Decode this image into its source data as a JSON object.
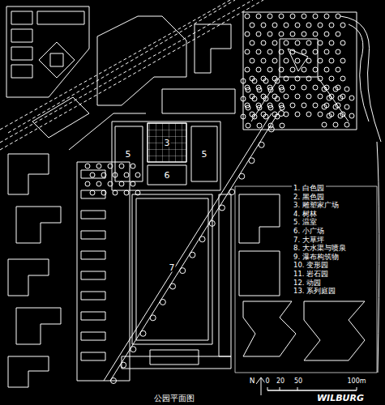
{
  "diagram": {
    "caption": "公园平面图",
    "labels": [
      "5",
      "3",
      "5",
      "6",
      "7",
      "N",
      "0",
      "20",
      "50",
      "100m",
      "WILBURG"
    ],
    "legend": [
      {
        "text": "1. 白色园"
      },
      {
        "text": "2. 黑色园"
      },
      {
        "text": "3. 雕塑家广场"
      },
      {
        "text": "4. 树林"
      },
      {
        "text": "5. 温室"
      },
      {
        "text": "6. 小广场"
      },
      {
        "text": "7. 大草坪"
      },
      {
        "text": "8. 大水渠与喷泉"
      },
      {
        "text": "9. 瀑布构筑物"
      },
      {
        "text": "10. 变形园"
      },
      {
        "text": "11. 岩石园"
      },
      {
        "text": "12. 动园"
      },
      {
        "text": "13. 系列庭园"
      }
    ]
  }
}
